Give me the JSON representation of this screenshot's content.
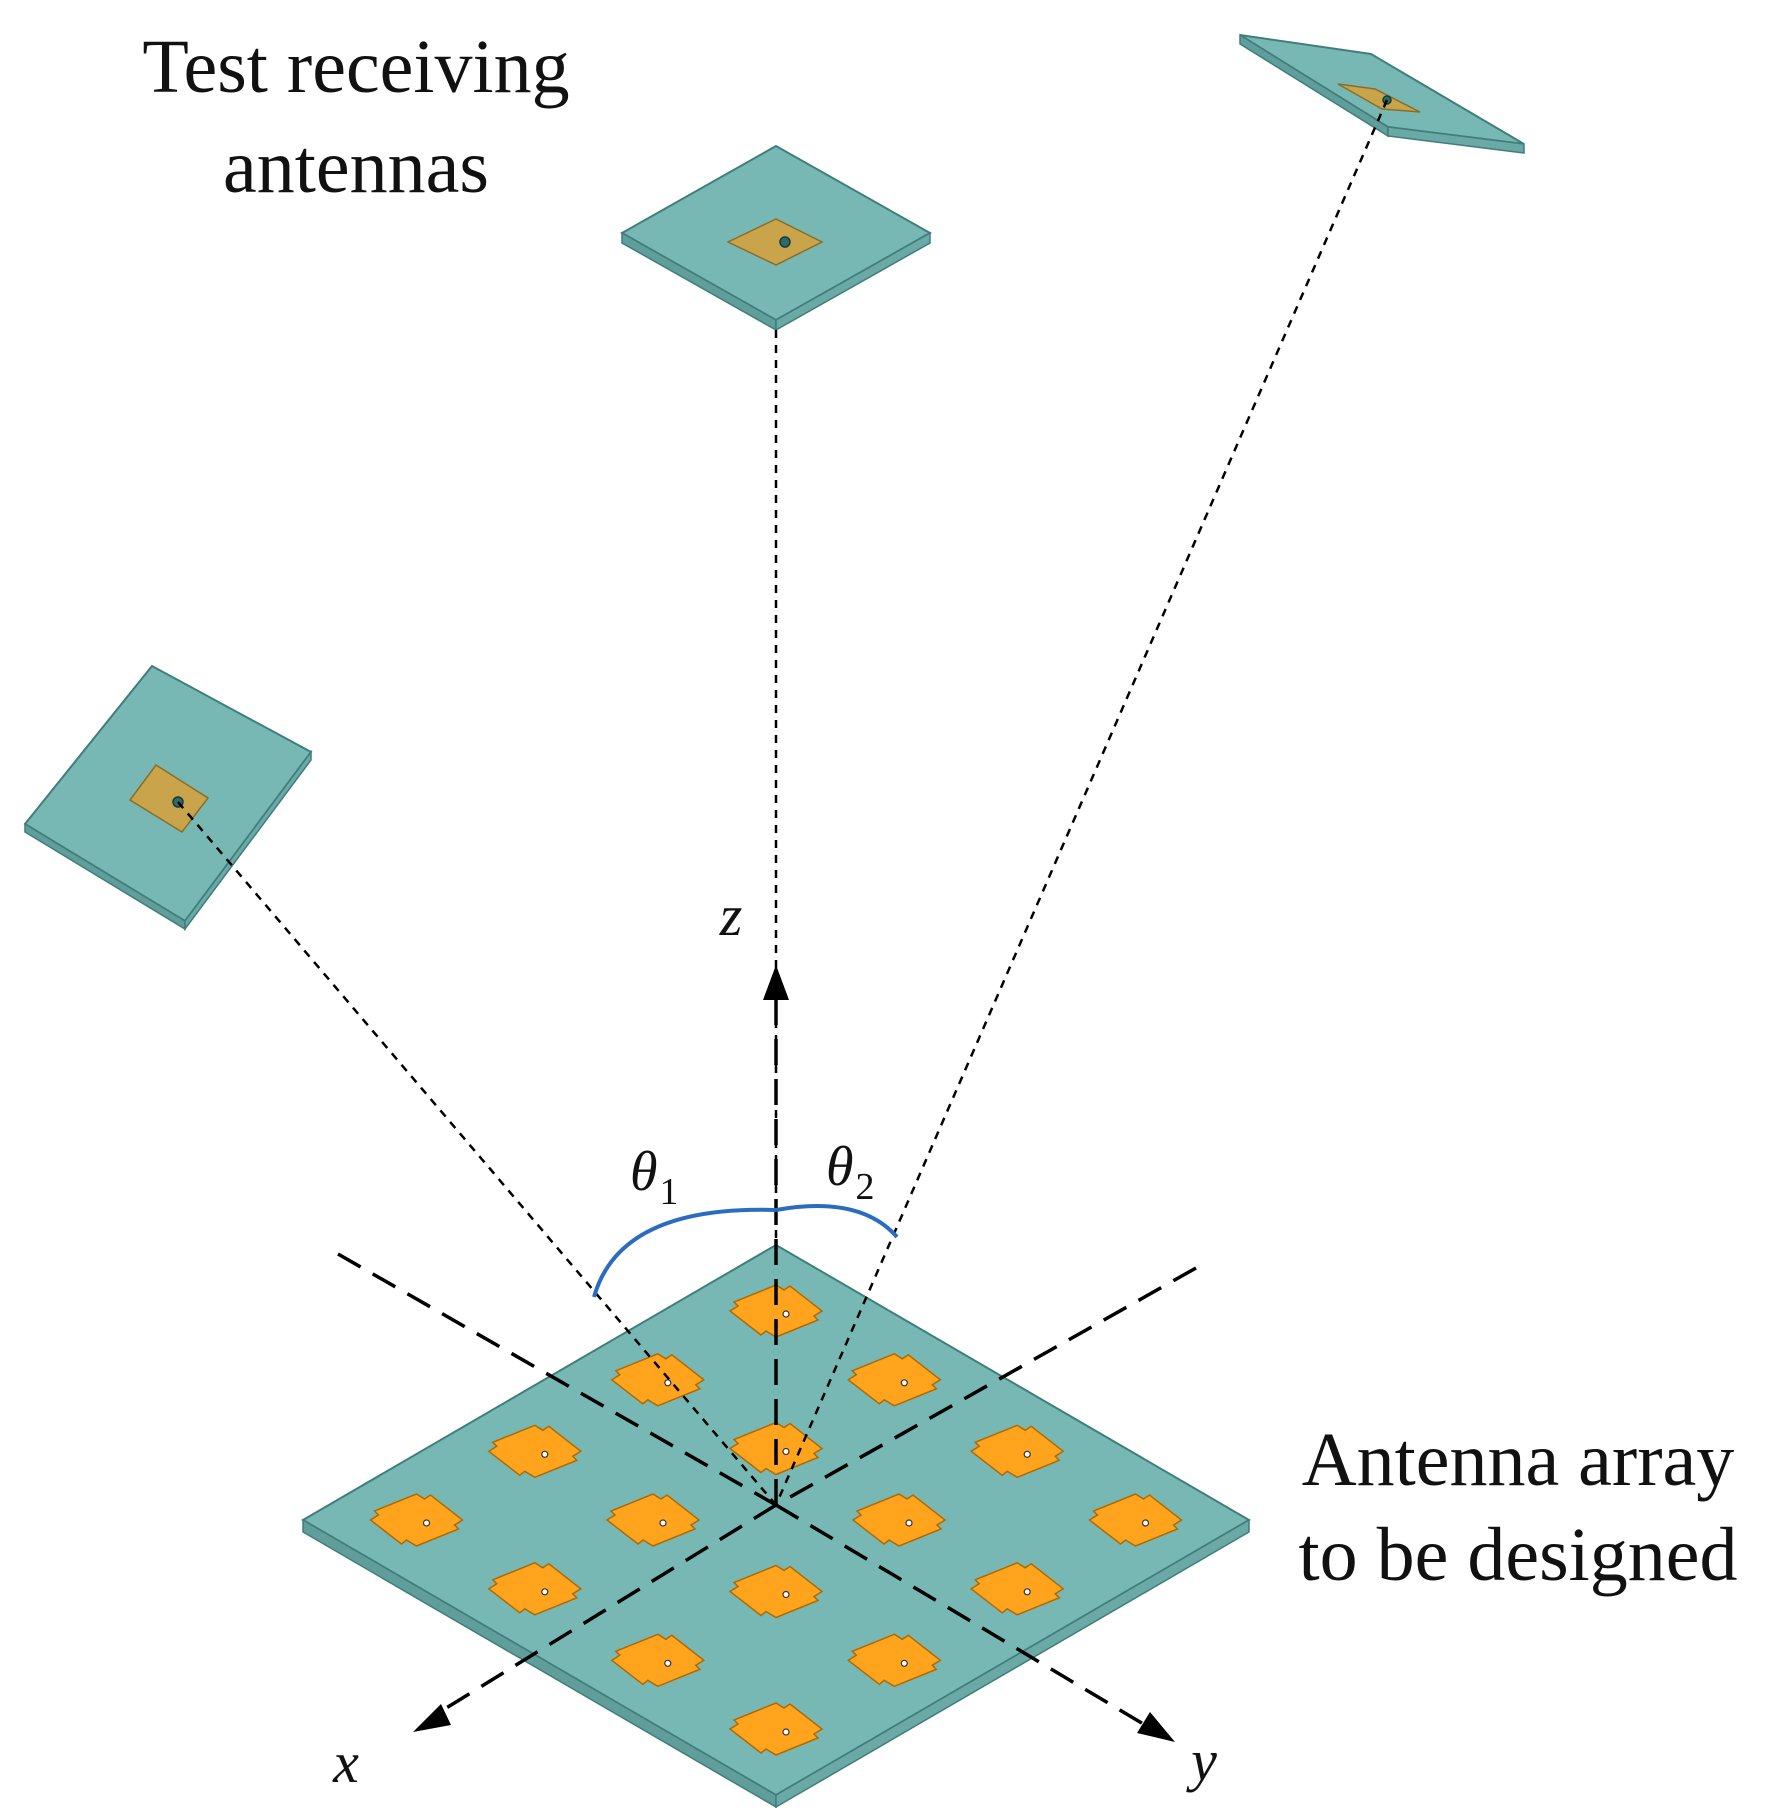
{
  "labels": {
    "test_antennas_line1": "Test receiving",
    "test_antennas_line2": "antennas",
    "array_line1": "Antenna array",
    "array_line2": "to be designed",
    "axis_z": "z",
    "axis_x": "x",
    "axis_y": "y",
    "theta1_symbol": "θ",
    "theta1_sub": "1",
    "theta2_symbol": "θ",
    "theta2_sub": "2"
  },
  "colors": {
    "substrate": "#78b8b4",
    "substrate_edge": "#3f7e7a",
    "patch": "#ffa41c",
    "patch_test": "#c9a44b",
    "arc": "#2b6cc0",
    "line": "#000000"
  }
}
